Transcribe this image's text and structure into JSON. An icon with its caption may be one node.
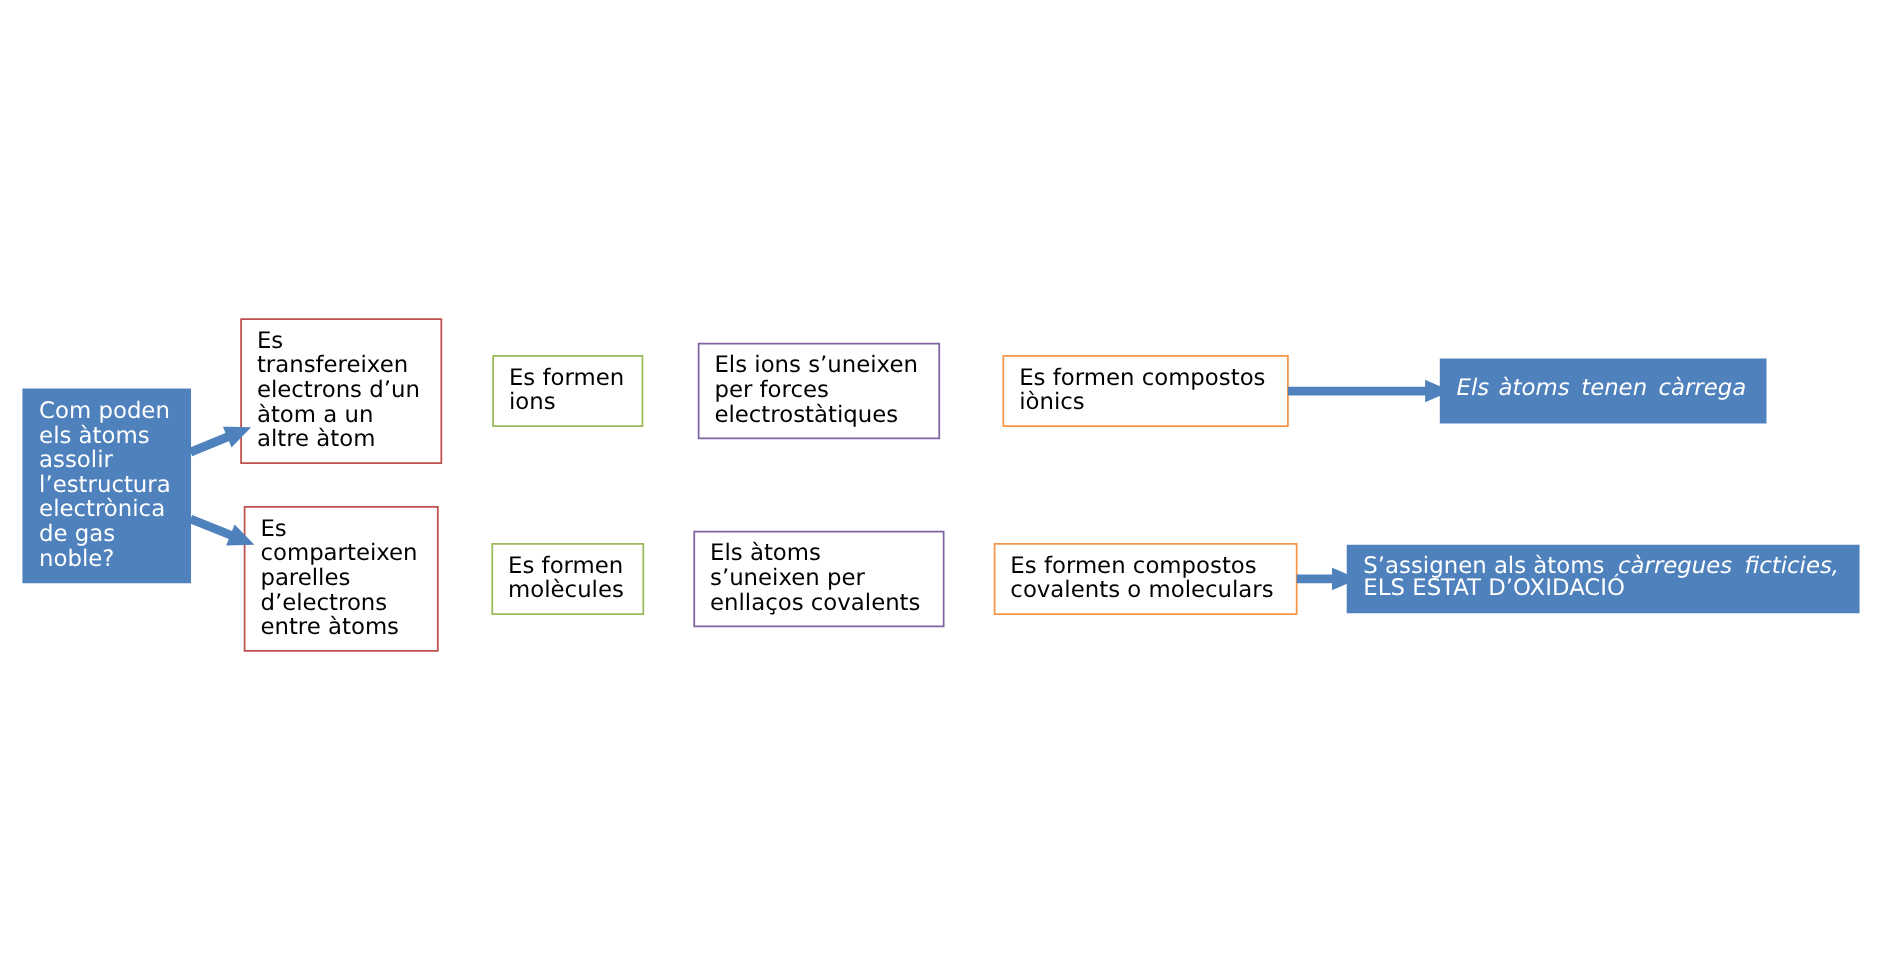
{
  "diagram": {
    "nodes": [
      {
        "text": [
          "Com poden els àtoms assolir l’estructura electrònica de gas noble?"
        ]
      },
      {
        "text": [
          "Es transfereixen electrons d’un àtom a un altre àtom"
        ]
      },
      {
        "text": [
          "Es formen ions"
        ]
      },
      {
        "text": [
          "Els ions s’uneixen per forces electrostàtiques"
        ]
      },
      {
        "text": [
          "Es formen compostos iònics"
        ]
      },
      {
        "text": [
          "Els àtoms tenen càrrega"
        ]
      },
      {
        "text": [
          "Es comparteixen parelles d’electrons entre àtoms"
        ]
      },
      {
        "text": [
          "Es formen molècules"
        ]
      },
      {
        "text": [
          "Els àtoms s’uneixen per enllaços covalents"
        ]
      },
      {
        "text": [
          "Es formen compostos covalents o moleculars"
        ]
      },
      {
        "text": [
          "S’assignen als àtoms *càrregues ficticies,* ELS ESTAT D’OXIDACIÓ"
        ]
      }
    ],
    "edges": [
      {
        "from": 0,
        "to": 1,
        "arrow": "to"
      },
      {
        "from": 0,
        "to": 6,
        "arrow": "to"
      },
      {
        "from": 4,
        "to": 5,
        "arrow": "to"
      },
      {
        "from": 9,
        "to": 10,
        "arrow": "to"
      }
    ]
  }
}
